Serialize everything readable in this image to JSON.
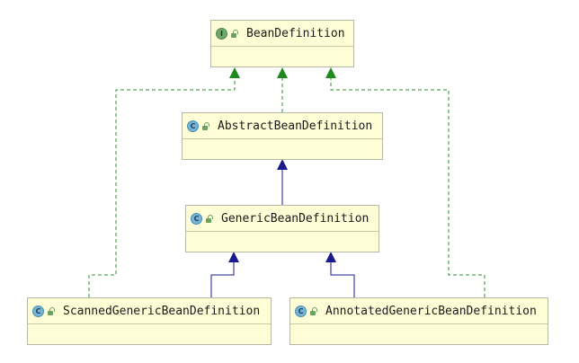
{
  "diagram": {
    "nodes": [
      {
        "id": "bean-definition",
        "label": "BeanDefinition",
        "kind": "interface",
        "badge": "I"
      },
      {
        "id": "abstract-bean-definition",
        "label": "AbstractBeanDefinition",
        "kind": "class",
        "badge": "C"
      },
      {
        "id": "generic-bean-definition",
        "label": "GenericBeanDefinition",
        "kind": "class",
        "badge": "C"
      },
      {
        "id": "scanned-generic-bean-definition",
        "label": "ScannedGenericBeanDefinition",
        "kind": "class",
        "badge": "C"
      },
      {
        "id": "annotated-generic-bean-definition",
        "label": "AnnotatedGenericBeanDefinition",
        "kind": "class",
        "badge": "C"
      }
    ],
    "edges": [
      {
        "from": "abstract-bean-definition",
        "to": "bean-definition",
        "type": "implements"
      },
      {
        "from": "scanned-generic-bean-definition",
        "to": "bean-definition",
        "type": "implements"
      },
      {
        "from": "annotated-generic-bean-definition",
        "to": "bean-definition",
        "type": "implements"
      },
      {
        "from": "generic-bean-definition",
        "to": "abstract-bean-definition",
        "type": "extends"
      },
      {
        "from": "scanned-generic-bean-definition",
        "to": "generic-bean-definition",
        "type": "extends"
      },
      {
        "from": "annotated-generic-bean-definition",
        "to": "generic-bean-definition",
        "type": "extends"
      }
    ],
    "colors": {
      "implements": "#2f8f2f",
      "extends": "#1a1a8c",
      "node_fill": "#fffdd6"
    }
  }
}
